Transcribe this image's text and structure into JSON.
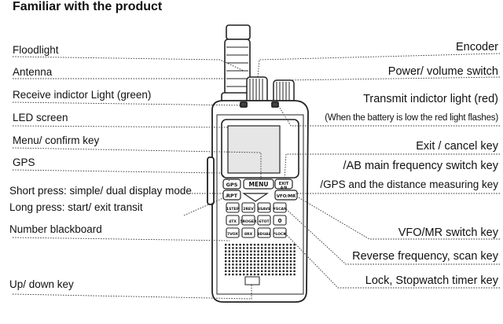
{
  "title": "Familiar with the product",
  "left_labels": [
    {
      "id": "floodlight",
      "text": "Floodlight"
    },
    {
      "id": "antenna",
      "text": "Antenna"
    },
    {
      "id": "receive-light",
      "text": "Receive indictor Light (green)"
    },
    {
      "id": "led-screen",
      "text": "LED screen"
    },
    {
      "id": "menu-key",
      "text": "Menu/ confirm key"
    },
    {
      "id": "gps",
      "text": "GPS"
    },
    {
      "id": "short-press",
      "text": "Short press: simple/ dual display mode"
    },
    {
      "id": "long-press",
      "text": "Long press: start/ exit transit"
    },
    {
      "id": "number-board",
      "text": "Number blackboard"
    },
    {
      "id": "up-down-key",
      "text": "Up/ down key"
    }
  ],
  "right_labels": [
    {
      "id": "encoder",
      "text": "Encoder"
    },
    {
      "id": "power-volume",
      "text": "Power/ volume switch"
    },
    {
      "id": "transmit-light",
      "text": "Transmit indictor light (red)"
    },
    {
      "id": "battery-note",
      "text": "(When the battery is low the red light flashes)"
    },
    {
      "id": "exit-cancel",
      "text": "Exit / cancel key"
    },
    {
      "id": "ab-switch",
      "text": "/AB main frequency switch key"
    },
    {
      "id": "gps-distance",
      "text": "/GPS and the distance measuring key"
    },
    {
      "id": "vfo-mr",
      "text": "VFO/MR switch key"
    },
    {
      "id": "reverse-freq",
      "text": "Reverse frequency, scan key"
    },
    {
      "id": "lock-stopwatch",
      "text": "Lock, Stopwatch timer key"
    }
  ],
  "radio_keys": {
    "gps": "GPS",
    "menu": "MENU",
    "exit": "EXIT",
    "exit_sub": "A/B",
    "rpt": "RPT",
    "vfo": "VFO/MR",
    "num_rows": [
      [
        "1STEP",
        "2REV",
        "3SAVE",
        "#SCAN"
      ],
      [
        "4TX",
        "5ROGER",
        "6TOT",
        "0"
      ],
      [
        "7VOX",
        "8RX",
        "9DUAL",
        "*LOCK"
      ]
    ]
  }
}
